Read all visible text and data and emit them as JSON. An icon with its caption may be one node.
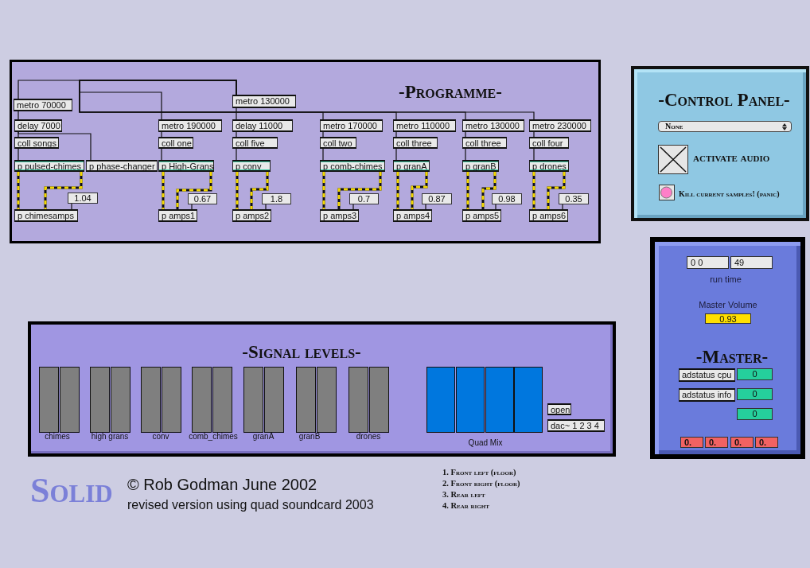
{
  "diagram": {
    "title": "Solid",
    "nodes": [
      {
        "text": [
          "-Programme-"
        ]
      },
      {
        "text": [
          "metro 70000"
        ],
        "in": 0
      },
      {
        "text": [
          "metro 130000"
        ],
        "in": 0
      },
      {
        "text": [
          "delay 7000"
        ],
        "in": 0
      },
      {
        "text": [
          "metro 190000"
        ],
        "in": 0
      },
      {
        "text": [
          "delay 11000"
        ],
        "in": 0
      },
      {
        "text": [
          "metro 170000"
        ],
        "in": 0
      },
      {
        "text": [
          "metro 110000"
        ],
        "in": 0
      },
      {
        "text": [
          "metro 130000"
        ],
        "in": 0
      },
      {
        "text": [
          "metro 230000"
        ],
        "in": 0
      },
      {
        "text": [
          "coll songs"
        ],
        "in": 0
      },
      {
        "text": [
          "coll one"
        ],
        "in": 0
      },
      {
        "text": [
          "coll five"
        ],
        "in": 0
      },
      {
        "text": [
          "coll two"
        ],
        "in": 0
      },
      {
        "text": [
          "coll three"
        ],
        "in": 0
      },
      {
        "text": [
          "coll three"
        ],
        "in": 0
      },
      {
        "text": [
          "coll four"
        ],
        "in": 0
      },
      {
        "text": [
          "p pulsed-chimes"
        ],
        "in": 0
      },
      {
        "text": [
          "p phase-changer"
        ],
        "in": 0
      },
      {
        "text": [
          "p High-Grans"
        ],
        "in": 0
      },
      {
        "text": [
          "p conv"
        ],
        "in": 0
      },
      {
        "text": [
          "p comb-chimes"
        ],
        "in": 0
      },
      {
        "text": [
          "p granA"
        ],
        "in": 0
      },
      {
        "text": [
          "p granB"
        ],
        "in": 0
      },
      {
        "text": [
          "p drones"
        ],
        "in": 0
      },
      {
        "text": [
          "1.04"
        ],
        "in": 0
      },
      {
        "text": [
          "0.67"
        ],
        "in": 0
      },
      {
        "text": [
          "1.8"
        ],
        "in": 0
      },
      {
        "text": [
          "0.7"
        ],
        "in": 0
      },
      {
        "text": [
          "0.87"
        ],
        "in": 0
      },
      {
        "text": [
          "0.98"
        ],
        "in": 0
      },
      {
        "text": [
          "0.35"
        ],
        "in": 0
      },
      {
        "text": [
          "p chimesamps"
        ],
        "in": 0
      },
      {
        "text": [
          "p amps1"
        ],
        "in": 0
      },
      {
        "text": [
          "p amps2"
        ],
        "in": 0
      },
      {
        "text": [
          "p amps3"
        ],
        "in": 0
      },
      {
        "text": [
          "p amps4"
        ],
        "in": 0
      },
      {
        "text": [
          "p amps5"
        ],
        "in": 0
      },
      {
        "text": [
          "p amps6"
        ],
        "in": 0
      },
      {
        "text": [
          "-Control Panel-"
        ]
      },
      {
        "text": [
          "None"
        ],
        "in": 39
      },
      {
        "text": [
          "-Master-"
        ]
      },
      {
        "text": [
          "0 0"
        ],
        "in": 41
      },
      {
        "text": [
          "49"
        ],
        "in": 41
      },
      {
        "text": [
          "0.93"
        ],
        "in": 41,
        "beside": [
          "Master Volume"
        ]
      },
      {
        "text": [
          "adstatus cpu"
        ],
        "in": 41
      },
      {
        "text": [
          "0"
        ],
        "in": 41
      },
      {
        "text": [
          "adstatus info"
        ],
        "in": 41
      },
      {
        "text": [
          "0"
        ],
        "in": 41
      },
      {
        "text": [
          "0"
        ],
        "in": 41
      },
      {
        "text": [
          "0."
        ],
        "in": 41
      },
      {
        "text": [
          "0."
        ],
        "in": 41
      },
      {
        "text": [
          "0."
        ],
        "in": 41
      },
      {
        "text": [
          "0."
        ],
        "in": 41
      },
      {
        "text": [
          "-Signal levels-"
        ]
      },
      {
        "text": [
          "open"
        ],
        "in": 54
      },
      {
        "text": [
          "dac~ 1 2 3 4"
        ],
        "in": 54
      },
      {
        "text": [],
        "shape": "bar",
        "in": 54
      },
      {
        "text": [],
        "shape": "bar",
        "in": 54
      },
      {
        "text": [],
        "shape": "bar",
        "in": 54
      },
      {
        "text": [],
        "shape": "bar",
        "in": 54
      },
      {
        "text": [],
        "shape": "bar",
        "in": 54
      },
      {
        "text": [],
        "shape": "bar",
        "in": 54
      },
      {
        "text": [],
        "shape": "bar",
        "in": 54
      },
      {
        "text": [],
        "shape": "bar",
        "in": 54
      },
      {
        "text": [],
        "shape": "bar",
        "in": 54
      },
      {
        "text": [],
        "shape": "bar",
        "in": 54
      },
      {
        "text": [],
        "shape": "bar",
        "in": 54
      },
      {
        "text": [],
        "shape": "bar",
        "in": 54
      },
      {
        "text": [],
        "shape": "bar",
        "in": 54
      },
      {
        "text": [],
        "shape": "bar",
        "in": 54
      },
      {
        "text": [],
        "shape": "bar",
        "in": 54
      },
      {
        "text": [],
        "shape": "bar",
        "in": 54
      },
      {
        "text": [],
        "shape": "bar",
        "in": 54
      },
      {
        "text": [],
        "shape": "bar",
        "in": 54
      }
    ],
    "edges": [
      {
        "from": 2,
        "to": 1,
        "arrow": "none"
      },
      {
        "from": 2,
        "to": 4,
        "arrow": "none"
      },
      {
        "from": 2,
        "to": 6,
        "arrow": "none"
      },
      {
        "from": 2,
        "to": 7,
        "arrow": "none"
      },
      {
        "from": 2,
        "to": 8,
        "arrow": "none"
      },
      {
        "from": 2,
        "to": 9,
        "arrow": "none"
      },
      {
        "from": 1,
        "to": 3,
        "arrow": "none"
      },
      {
        "from": 3,
        "to": 10,
        "arrow": "none"
      },
      {
        "from": 10,
        "to": 17,
        "arrow": "none"
      },
      {
        "from": 3,
        "to": 18,
        "arrow": "none"
      },
      {
        "from": 4,
        "to": 11,
        "arrow": "none"
      },
      {
        "from": 11,
        "to": 19,
        "arrow": "none"
      },
      {
        "from": 2,
        "to": 5,
        "arrow": "none"
      },
      {
        "from": 5,
        "to": 12,
        "arrow": "none"
      },
      {
        "from": 12,
        "to": 20,
        "arrow": "none"
      },
      {
        "from": 6,
        "to": 13,
        "arrow": "none"
      },
      {
        "from": 13,
        "to": 21,
        "arrow": "none"
      },
      {
        "from": 7,
        "to": 14,
        "arrow": "none"
      },
      {
        "from": 14,
        "to": 22,
        "arrow": "none"
      },
      {
        "from": 8,
        "to": 15,
        "arrow": "none"
      },
      {
        "from": 15,
        "to": 23,
        "arrow": "none"
      },
      {
        "from": 9,
        "to": 16,
        "arrow": "none"
      },
      {
        "from": 16,
        "to": 24,
        "arrow": "none"
      },
      {
        "from": 17,
        "to": 32,
        "arrow": "none",
        "style": "dashed",
        "color": "#f2d600"
      },
      {
        "from": 17,
        "to": 32,
        "arrow": "none",
        "style": "dashed",
        "color": "#f2d600"
      },
      {
        "from": 25,
        "to": 32,
        "arrow": "none"
      },
      {
        "from": 19,
        "to": 33,
        "arrow": "none",
        "style": "dashed",
        "color": "#f2d600"
      },
      {
        "from": 19,
        "to": 33,
        "arrow": "none",
        "style": "dashed",
        "color": "#f2d600"
      },
      {
        "from": 26,
        "to": 33,
        "arrow": "none"
      },
      {
        "from": 20,
        "to": 34,
        "arrow": "none",
        "style": "dashed",
        "color": "#f2d600"
      },
      {
        "from": 20,
        "to": 34,
        "arrow": "none",
        "style": "dashed",
        "color": "#f2d600"
      },
      {
        "from": 27,
        "to": 34,
        "arrow": "none"
      },
      {
        "from": 21,
        "to": 35,
        "arrow": "none",
        "style": "dashed",
        "color": "#f2d600"
      },
      {
        "from": 21,
        "to": 35,
        "arrow": "none",
        "style": "dashed",
        "color": "#f2d600"
      },
      {
        "from": 28,
        "to": 35,
        "arrow": "none"
      },
      {
        "from": 22,
        "to": 36,
        "arrow": "none",
        "style": "dashed",
        "color": "#f2d600"
      },
      {
        "from": 22,
        "to": 36,
        "arrow": "none",
        "style": "dashed",
        "color": "#f2d600"
      },
      {
        "from": 29,
        "to": 36,
        "arrow": "none"
      },
      {
        "from": 23,
        "to": 37,
        "arrow": "none",
        "style": "dashed",
        "color": "#f2d600"
      },
      {
        "from": 23,
        "to": 37,
        "arrow": "none",
        "style": "dashed",
        "color": "#f2d600"
      },
      {
        "from": 30,
        "to": 37,
        "arrow": "none"
      },
      {
        "from": 24,
        "to": 38,
        "arrow": "none",
        "style": "dashed",
        "color": "#f2d600"
      },
      {
        "from": 24,
        "to": 38,
        "arrow": "none",
        "style": "dashed",
        "color": "#f2d600"
      },
      {
        "from": 31,
        "to": 38,
        "arrow": "none"
      }
    ],
    "labels": [
      "activate audio",
      "Kill current samples! (panic)",
      "run time",
      "chimes",
      "high grans",
      "conv",
      "comb_chimes",
      "granA",
      "granB",
      "drones",
      "Quad Mix",
      "© Rob Godman June 2002",
      "revised version using quad soundcard 2003",
      "1. Front left (floor)",
      "2. Front right (floor)",
      "3. Rear left",
      "4. Rear right"
    ]
  }
}
